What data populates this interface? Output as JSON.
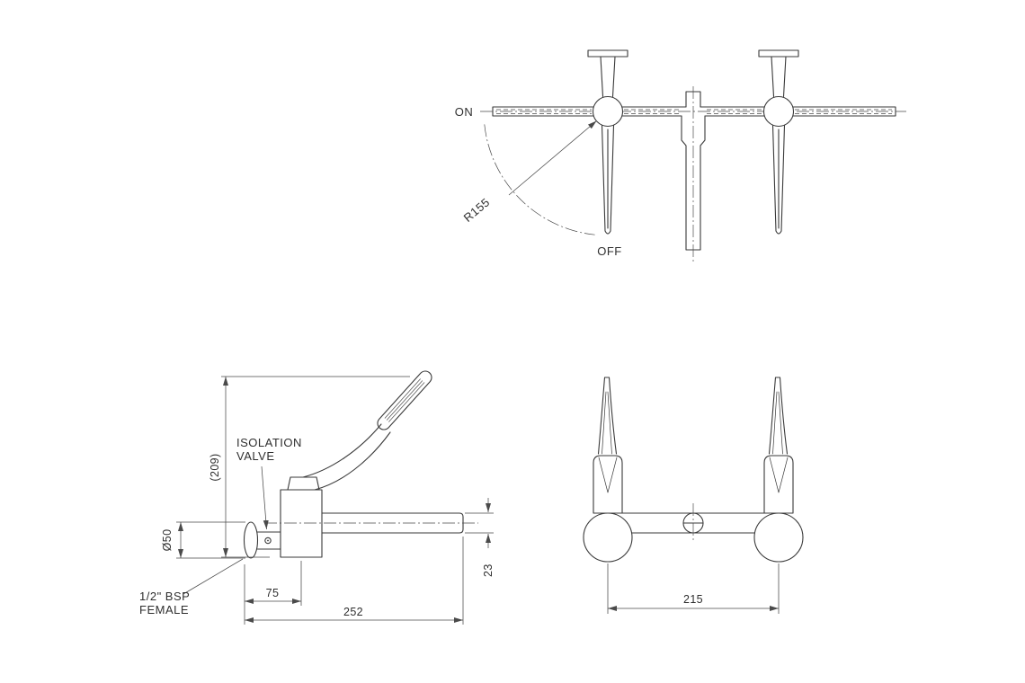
{
  "drawing": {
    "background": "#ffffff",
    "line_color": "#3a3a3a",
    "dimension_color": "#4a4a4a"
  },
  "top_view": {
    "on": "ON",
    "off": "OFF",
    "radius": "R155"
  },
  "side_view": {
    "isolation_line1": "ISOLATION",
    "isolation_line2": "VALVE",
    "bsp_line1": "1/2\" BSP",
    "bsp_line2": "FEMALE",
    "height": "(209)",
    "diameter": "Ø50",
    "offset_75": "75",
    "reach_252": "252",
    "spout_23": "23"
  },
  "front_view": {
    "spacing_215": "215"
  }
}
